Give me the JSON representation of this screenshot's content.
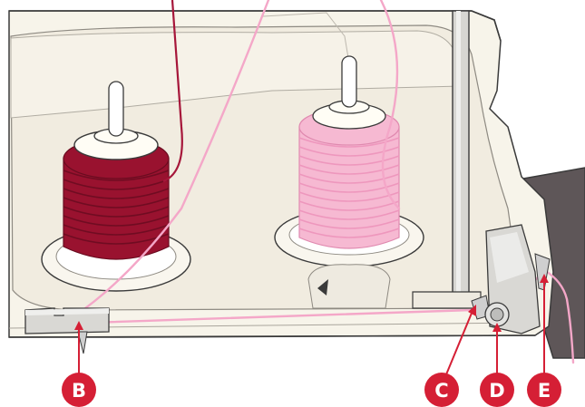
{
  "labels": {
    "b": "B",
    "c": "C",
    "d": "D",
    "e": "E"
  },
  "colors": {
    "badge": "#d51f35",
    "badge_text": "#ffffff",
    "machine_body": "#f7f4ea",
    "machine_outline": "#3a3a3a",
    "thread_pink": "#f4a7c8",
    "spool_red": "#99122f",
    "spool_red_dark": "#6a0c20",
    "spool_pink": "#f6b9d2",
    "spool_pink_line": "#ee97bd",
    "spool_top": "#fffdf5",
    "housing_dark": "#5e5658",
    "metal": "#cfcfcf"
  }
}
